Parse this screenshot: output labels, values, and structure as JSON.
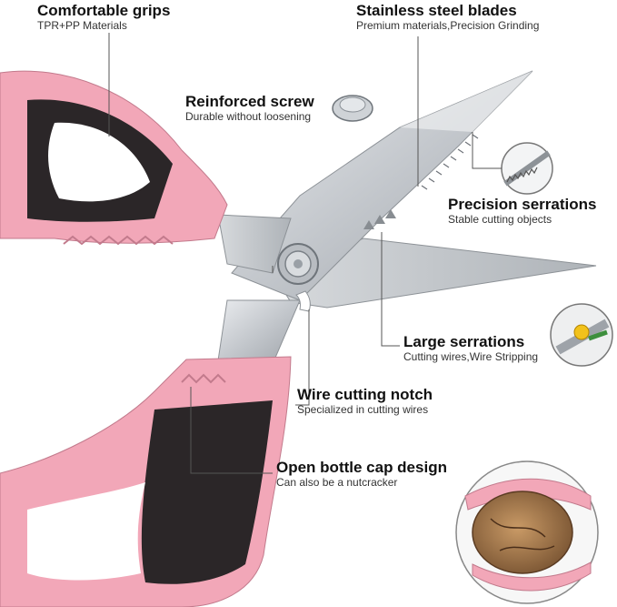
{
  "features": [
    {
      "id": "grips",
      "title": "Comfortable grips",
      "subtitle": "TPR+PP Materials"
    },
    {
      "id": "blades",
      "title": "Stainless steel blades",
      "subtitle": "Premium materials,Precision Grinding"
    },
    {
      "id": "screw",
      "title": "Reinforced screw",
      "subtitle": "Durable without loosening"
    },
    {
      "id": "precision",
      "title": "Precision serrations",
      "subtitle": "Stable cutting objects"
    },
    {
      "id": "large",
      "title": "Large serrations",
      "subtitle": "Cutting wires,Wire Stripping"
    },
    {
      "id": "notch",
      "title": "Wire cutting notch",
      "subtitle": "Specialized in cutting wires"
    },
    {
      "id": "bottle",
      "title": "Open bottle cap design",
      "subtitle": "Can also be a nutcracker"
    }
  ],
  "colors": {
    "handle_pink": "#f2a7b8",
    "handle_dark": "#2b2628",
    "blade_steel": "#c9ccd0",
    "callout_line": "#555555"
  }
}
